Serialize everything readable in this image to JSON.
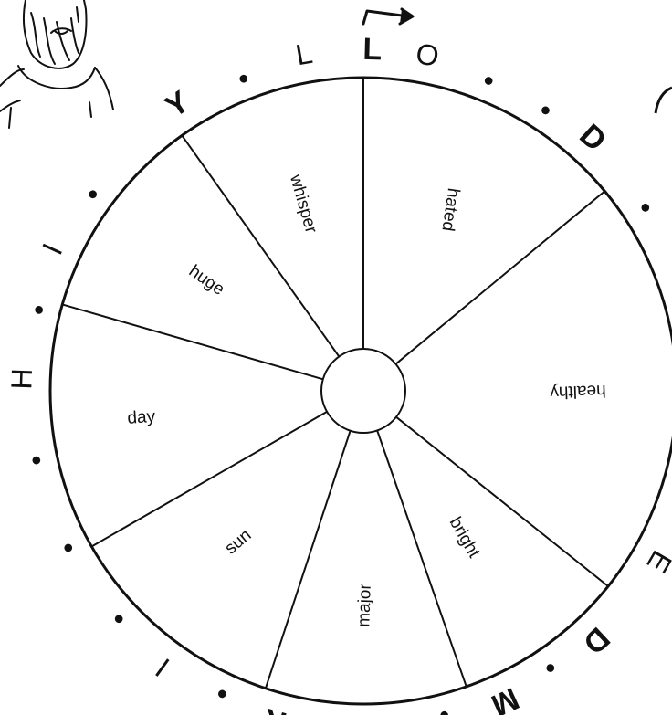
{
  "wheel": {
    "segments": [
      {
        "word": "hated"
      },
      {
        "word": "healthy"
      },
      {
        "word": "bright"
      },
      {
        "word": "major"
      },
      {
        "word": "sun"
      },
      {
        "word": "day"
      },
      {
        "word": "huge"
      },
      {
        "word": "whisper"
      }
    ]
  },
  "ring": [
    {
      "letter": "L",
      "bold": true
    },
    {
      "letter": "O",
      "bold": false
    },
    {
      "letter": "•",
      "bold": false
    },
    {
      "letter": "•",
      "bold": false
    },
    {
      "letter": "D",
      "bold": true
    },
    {
      "letter": "•",
      "bold": false
    },
    {
      "letter": "•",
      "bold": false
    },
    {
      "letter": "•",
      "bold": false
    },
    {
      "letter": "E",
      "bold": false
    },
    {
      "letter": "D",
      "bold": true
    },
    {
      "letter": "•",
      "bold": false
    },
    {
      "letter": "M",
      "bold": true
    },
    {
      "letter": "•",
      "bold": false
    },
    {
      "letter": "•",
      "bold": false
    },
    {
      "letter": "•",
      "bold": false
    },
    {
      "letter": "R",
      "bold": true
    },
    {
      "letter": "•",
      "bold": false
    },
    {
      "letter": "I",
      "bold": false
    },
    {
      "letter": "•",
      "bold": false
    },
    {
      "letter": "•",
      "bold": false
    },
    {
      "letter": "•",
      "bold": false
    },
    {
      "letter": "H",
      "bold": false
    },
    {
      "letter": "•",
      "bold": false
    },
    {
      "letter": "I",
      "bold": false
    },
    {
      "letter": "•",
      "bold": false
    },
    {
      "letter": "Y",
      "bold": true
    },
    {
      "letter": "•",
      "bold": false
    },
    {
      "letter": "L",
      "bold": false
    }
  ],
  "start_arrow": {
    "icon": "arrow-right-icon"
  },
  "illustration": {
    "icon": "bearded-man-sketch-icon"
  },
  "colors": {
    "ink": "#111111",
    "background": "#ffffff"
  }
}
